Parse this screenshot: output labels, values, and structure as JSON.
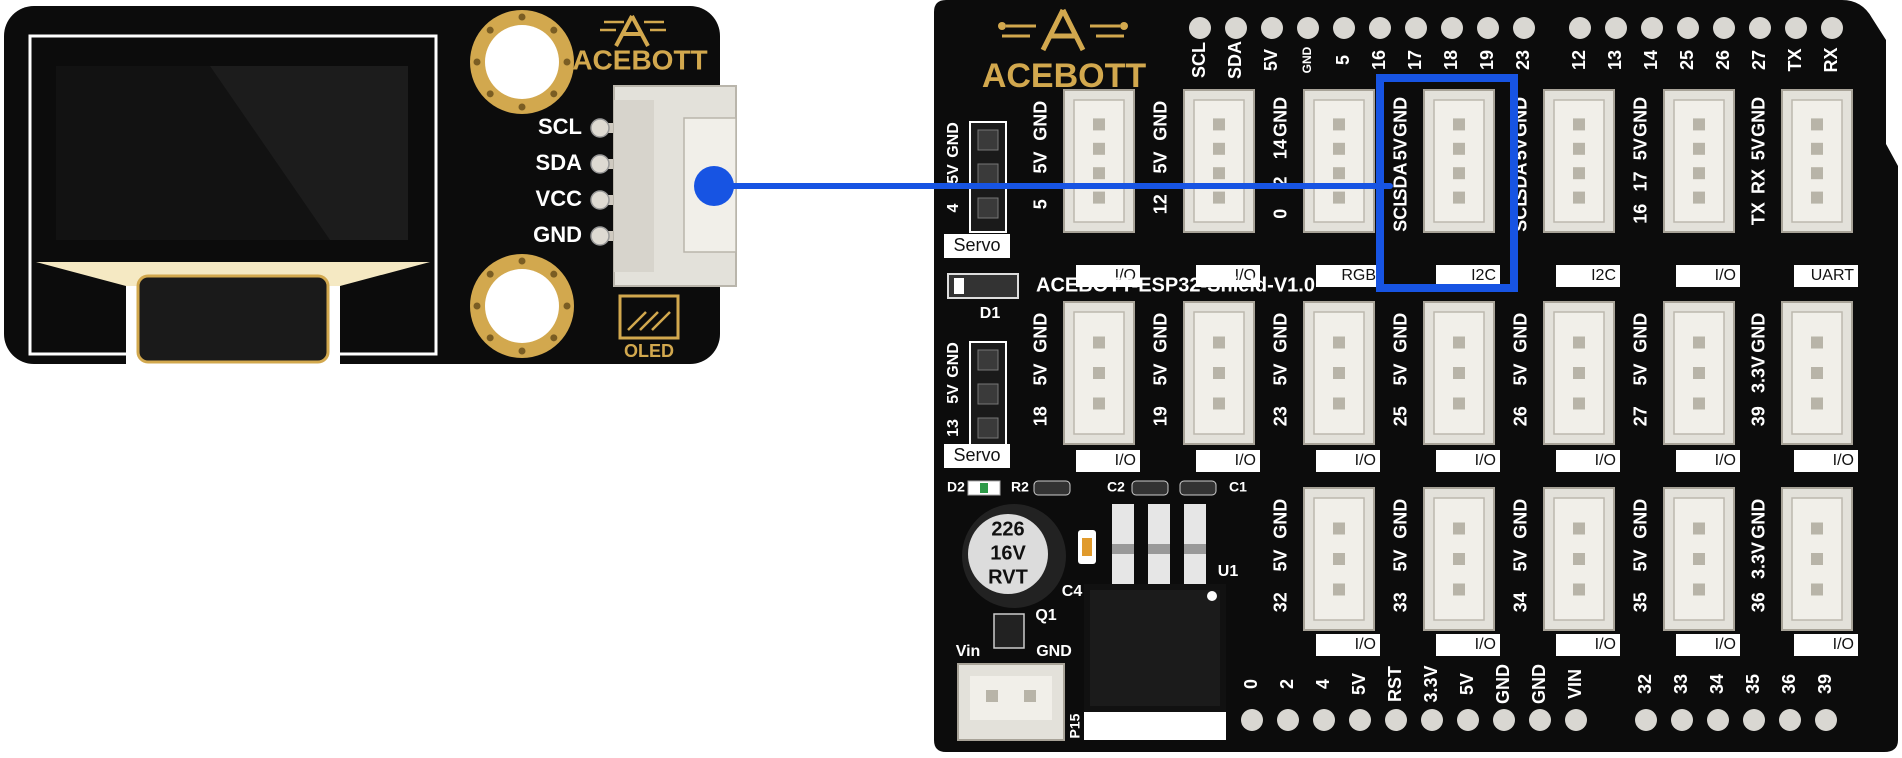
{
  "oled_module": {
    "brand": "ACEBOTT",
    "pins": [
      "SCL",
      "SDA",
      "VCC",
      "GND"
    ],
    "module_label": "OLED"
  },
  "shield": {
    "brand": "ACEBOTT",
    "name": "ACEBOTT-ESP32-Shield-V1.0",
    "top_header": [
      "SCL",
      "SDA",
      "5V",
      "GND",
      "5",
      "16",
      "17",
      "18",
      "19",
      "23",
      "12",
      "13",
      "14",
      "25",
      "26",
      "27",
      "TX",
      "RX"
    ],
    "bottom_header": [
      "0",
      "2",
      "4",
      "5V",
      "RST",
      "3.3V",
      "5V",
      "GND",
      "GND",
      "VIN",
      "32",
      "33",
      "34",
      "35",
      "36",
      "39"
    ],
    "servo_top": {
      "labels": [
        "GND",
        "5V",
        "4"
      ],
      "name": "Servo"
    },
    "servo_bottom": {
      "labels": [
        "GND",
        "5V",
        "13"
      ],
      "name": "Servo"
    },
    "row1": [
      {
        "labels": [
          "GND",
          "5V",
          "5"
        ],
        "name": "I/O"
      },
      {
        "labels": [
          "GND",
          "5V",
          "12"
        ],
        "name": "I/O"
      },
      {
        "labels": [
          "GND",
          "14",
          "2",
          "0"
        ],
        "name": "RGB"
      },
      {
        "labels": [
          "GND",
          "5V",
          "SDA",
          "SCL"
        ],
        "name": "I2C"
      },
      {
        "labels": [
          "GND",
          "5V",
          "SDA",
          "SCL"
        ],
        "name": "I2C"
      },
      {
        "labels": [
          "GND",
          "5V",
          "17",
          "16"
        ],
        "name": "I/O"
      },
      {
        "labels": [
          "GND",
          "5V",
          "RX",
          "TX"
        ],
        "name": "UART"
      }
    ],
    "row2": [
      {
        "labels": [
          "GND",
          "5V",
          "18"
        ],
        "name": "I/O"
      },
      {
        "labels": [
          "GND",
          "5V",
          "19"
        ],
        "name": "I/O"
      },
      {
        "labels": [
          "GND",
          "5V",
          "23"
        ],
        "name": "I/O"
      },
      {
        "labels": [
          "GND",
          "5V",
          "25"
        ],
        "name": "I/O"
      },
      {
        "labels": [
          "GND",
          "5V",
          "26"
        ],
        "name": "I/O"
      },
      {
        "labels": [
          "GND",
          "5V",
          "27"
        ],
        "name": "I/O"
      },
      {
        "labels": [
          "GND",
          "3.3V",
          "39"
        ],
        "name": "I/O"
      }
    ],
    "row3": [
      {
        "labels": [
          "GND",
          "5V",
          "32"
        ],
        "name": "I/O"
      },
      {
        "labels": [
          "GND",
          "5V",
          "33"
        ],
        "name": "I/O"
      },
      {
        "labels": [
          "GND",
          "5V",
          "34"
        ],
        "name": "I/O"
      },
      {
        "labels": [
          "GND",
          "5V",
          "35"
        ],
        "name": "I/O"
      },
      {
        "labels": [
          "GND",
          "3.3V",
          "36"
        ],
        "name": "I/O"
      }
    ],
    "components": {
      "d1": "D1",
      "d2": "D2",
      "r2": "R2",
      "c2": "C2",
      "c1": "C1",
      "c4": "C4",
      "u1": "U1",
      "q1": "Q1",
      "p15": "P15",
      "vin": "Vin",
      "gnd": "GND",
      "capacitor": [
        "226",
        "16V",
        "RVT"
      ]
    }
  },
  "colors": {
    "board": "#0c0c0c",
    "gold": "#d2a84e",
    "connector": "#e3e1da",
    "connector_inner": "#f1efe9",
    "pin": "#b8b4a8",
    "wire": "#1754e3",
    "highlight": "#1754e3",
    "screen_glass": "#121212",
    "flex": "#f5e9c3"
  }
}
